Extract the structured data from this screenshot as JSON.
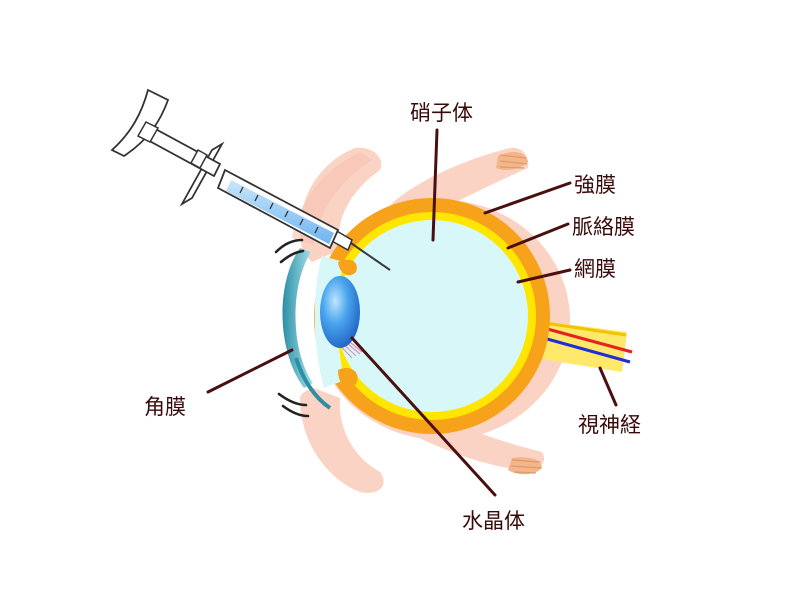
{
  "labels": {
    "vitreous": "硝子体",
    "sclera": "強膜",
    "choroid": "脈絡膜",
    "retina": "網膜",
    "optic_nerve": "視神経",
    "cornea": "角膜",
    "lens": "水晶体"
  },
  "colors": {
    "sclera": "#f7a21b",
    "retina": "#ffe600",
    "vitreous": "#d7f7f9",
    "lens": "#2f8fe0",
    "cornea": "#58b9c9",
    "skin": "#fad3c4",
    "leader": "#4a0f0f",
    "syringe_fluid": "#8ec6f2"
  },
  "icons": [
    "syringe-icon",
    "eye-icon",
    "motion-marks-icon"
  ]
}
